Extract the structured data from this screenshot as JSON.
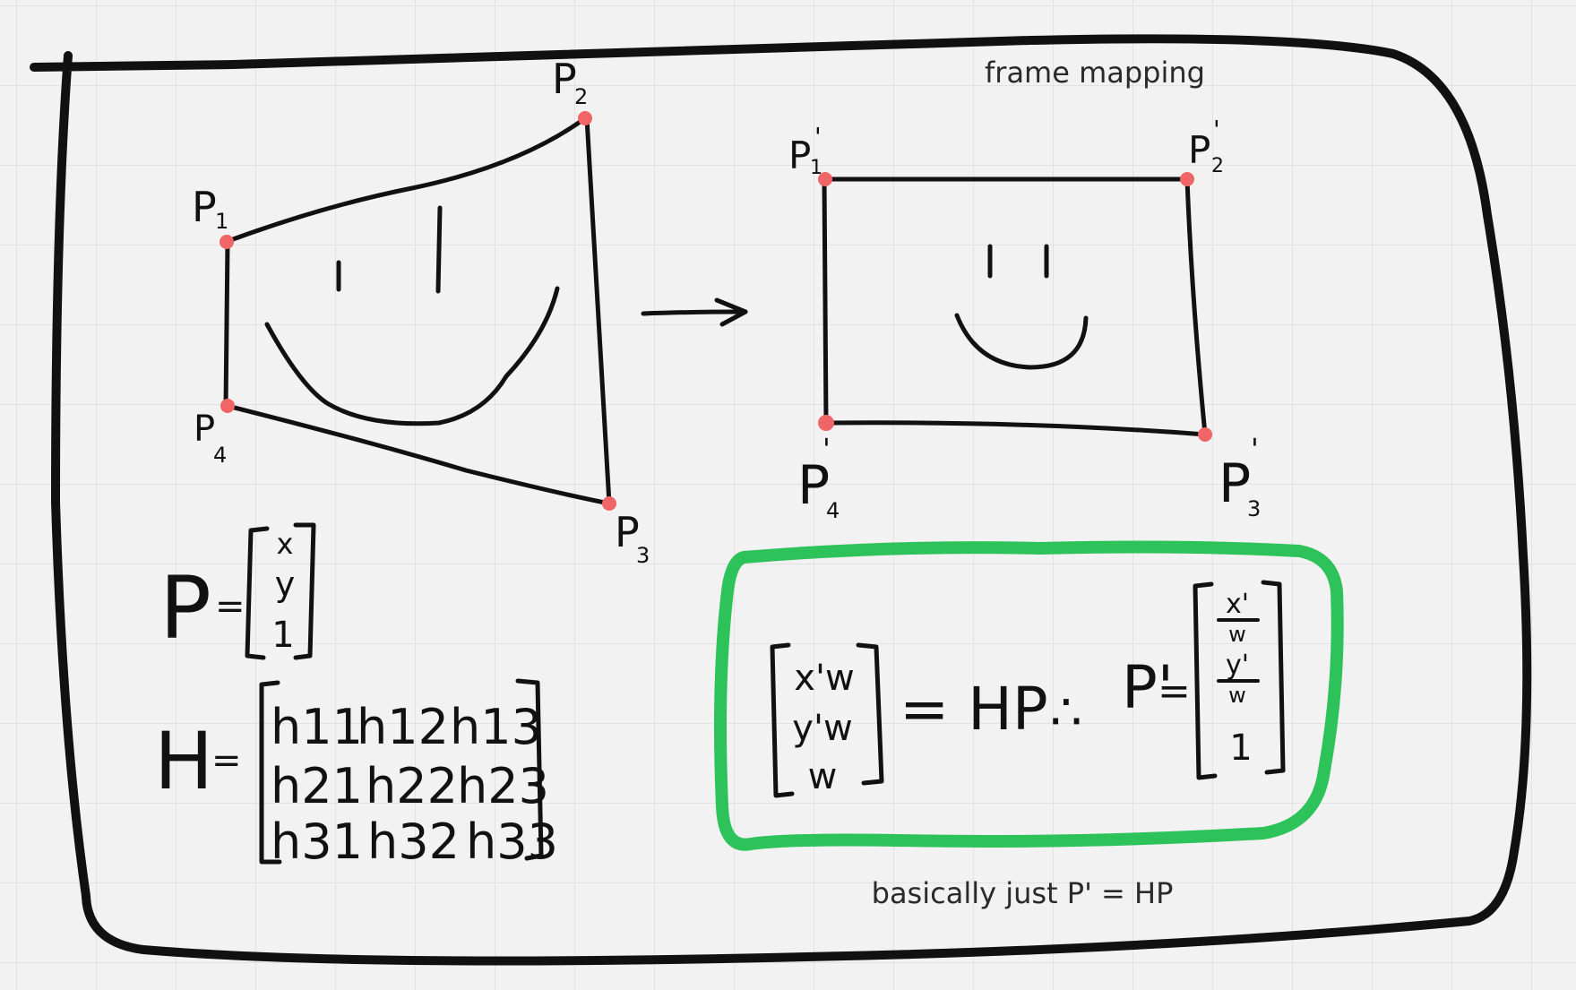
{
  "title": "frame mapping",
  "caption": "basically just P' = HP",
  "colors": {
    "background": "#f2f2f2",
    "grid": "#e2e2e2",
    "ink": "#111111",
    "corner_dot": "#f06565",
    "highlight_box": "#2ec25a",
    "typed_text": "#2a2a2a"
  },
  "source_frame": {
    "corners": [
      {
        "label": "P",
        "sub": "1"
      },
      {
        "label": "P",
        "sub": "2"
      },
      {
        "label": "P",
        "sub": "3"
      },
      {
        "label": "P",
        "sub": "4"
      }
    ]
  },
  "target_frame": {
    "corners": [
      {
        "label": "P",
        "sub": "1",
        "prime": "'"
      },
      {
        "label": "P",
        "sub": "2",
        "prime": "'"
      },
      {
        "label": "P",
        "sub": "3",
        "prime": "'"
      },
      {
        "label": "P",
        "sub": "4",
        "prime": "'"
      }
    ]
  },
  "point_vector": {
    "symbol": "P",
    "equals": "=",
    "entries": [
      "x",
      "y",
      "1"
    ]
  },
  "homography_matrix": {
    "symbol": "H",
    "equals": "=",
    "entries": [
      [
        "h11",
        "h12",
        "h13"
      ],
      [
        "h21",
        "h22",
        "h23"
      ],
      [
        "h31",
        "h32",
        "h33"
      ]
    ]
  },
  "highlighted_equation": {
    "lhs_entries": [
      "x'w",
      "y'w",
      "w"
    ],
    "equals_hp": "= HP",
    "therefore": "∴",
    "p_prime": "P'",
    "equals": "=",
    "rhs_entries": [
      {
        "num": "x'",
        "den": "w"
      },
      {
        "num": "y'",
        "den": "w"
      },
      {
        "num": "1",
        "den": ""
      }
    ]
  }
}
